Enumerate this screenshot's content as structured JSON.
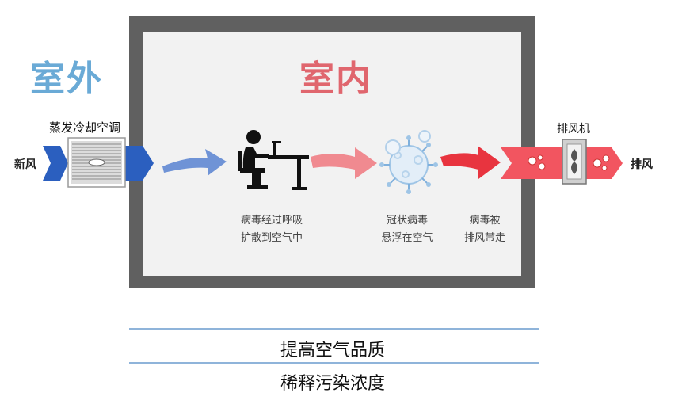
{
  "labels": {
    "outdoor": "室外",
    "indoor": "室内",
    "fresh_air": "新风",
    "ac_unit": "蒸发冷却空调",
    "exhaust_fan": "排风机",
    "exhaust": "排风"
  },
  "steps": [
    {
      "line1": "病毒经过呼吸",
      "line2": "扩散到空气中"
    },
    {
      "line1": "冠状病毒",
      "line2": "悬浮在空气"
    },
    {
      "line1": "病毒被",
      "line2": "排风带走"
    }
  ],
  "benefits": [
    "提高空气品质",
    "稀释污染浓度"
  ],
  "colors": {
    "outdoor_blue": "#6aaad6",
    "indoor_red": "#e0666e",
    "fresh_air_arrow": "#2b5fbf",
    "exhaust_arrow": "#e8343f",
    "room_frame": "#606060"
  }
}
